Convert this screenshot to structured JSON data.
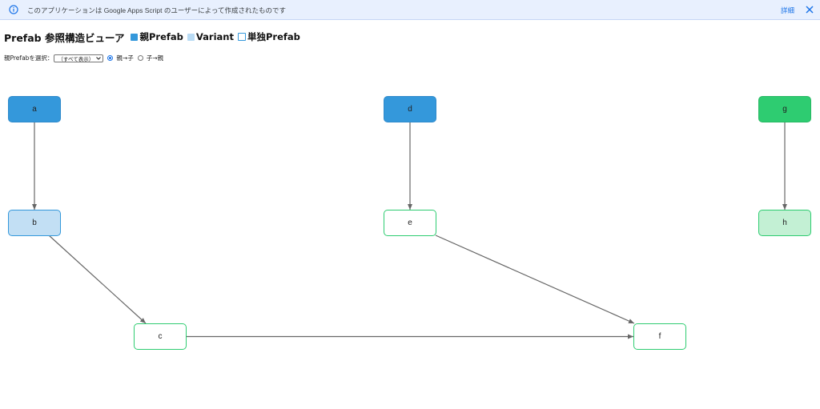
{
  "banner": {
    "text": "このアプリケーションは Google Apps Script のユーザーによって作成されたものです",
    "details_label": "詳細",
    "info_icon": "info-icon",
    "close_icon": "close-icon"
  },
  "header": {
    "title": "Prefab 参照構造ビューア",
    "legend": [
      {
        "label": "親Prefab",
        "kind": "parent",
        "color": "#3498db"
      },
      {
        "label": "Variant",
        "kind": "variant",
        "color": "#b9dbf4"
      },
      {
        "label": "単独Prefab",
        "kind": "standalone",
        "color": "#3498db"
      }
    ]
  },
  "controls": {
    "select_label": "親Prefabを選択：",
    "select_value": "（すべて表示）",
    "direction_options": [
      {
        "label": "親→子",
        "checked": true
      },
      {
        "label": "子→親",
        "checked": false
      }
    ]
  },
  "graph": {
    "nodes": [
      {
        "id": "a",
        "label": "a",
        "kind": "parent"
      },
      {
        "id": "b",
        "label": "b",
        "kind": "variant"
      },
      {
        "id": "c",
        "label": "c",
        "kind": "standalone"
      },
      {
        "id": "d",
        "label": "d",
        "kind": "parent"
      },
      {
        "id": "e",
        "label": "e",
        "kind": "standalone"
      },
      {
        "id": "f",
        "label": "f",
        "kind": "standalone"
      },
      {
        "id": "g",
        "label": "g",
        "kind": "standalone-parent"
      },
      {
        "id": "h",
        "label": "h",
        "kind": "standalone-variant"
      }
    ],
    "edges": [
      {
        "from": "a",
        "to": "b"
      },
      {
        "from": "b",
        "to": "c"
      },
      {
        "from": "d",
        "to": "e"
      },
      {
        "from": "e",
        "to": "f"
      },
      {
        "from": "c",
        "to": "f"
      },
      {
        "from": "g",
        "to": "h"
      }
    ],
    "colors": {
      "parent": "#3498db",
      "variant": "#c2dff4",
      "standalone_border": "#2ecc71",
      "standalone_parent": "#2ecc71",
      "standalone_variant": "#c3f0d4",
      "edge": "#666666"
    }
  }
}
